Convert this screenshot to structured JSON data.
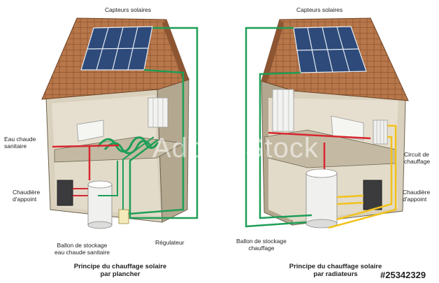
{
  "watermark": "Adobe Stock",
  "stock_number": "#25342329",
  "left_house": {
    "label_collectors": "Capteurs solaires",
    "label_hot_water": "Eau chaude\nsanitaire",
    "label_boiler": "Chaudière\nd'appoint",
    "label_tank": "Ballon de stockage\neau chaude sanitaire",
    "label_regulator": "Régulateur",
    "caption": "Principe du chauffage solaire\npar plancher"
  },
  "right_house": {
    "label_collectors": "Capteurs solaires",
    "label_circuit": "Circuit de\nchauffage",
    "label_boiler": "Chaudière\nd'appoint",
    "label_tank": "Ballon de stockage\nchauffage",
    "caption": "Principe du chauffage solaire\npar radiateurs"
  },
  "colors": {
    "roof": "#b8774a",
    "wall": "#c9bfa9",
    "interior": "#ded7c6",
    "green_pipe": "#1e9e57",
    "red_pipe": "#d7262e",
    "yellow_pipe": "#f2c21b",
    "panel": "#2d4a7a"
  }
}
